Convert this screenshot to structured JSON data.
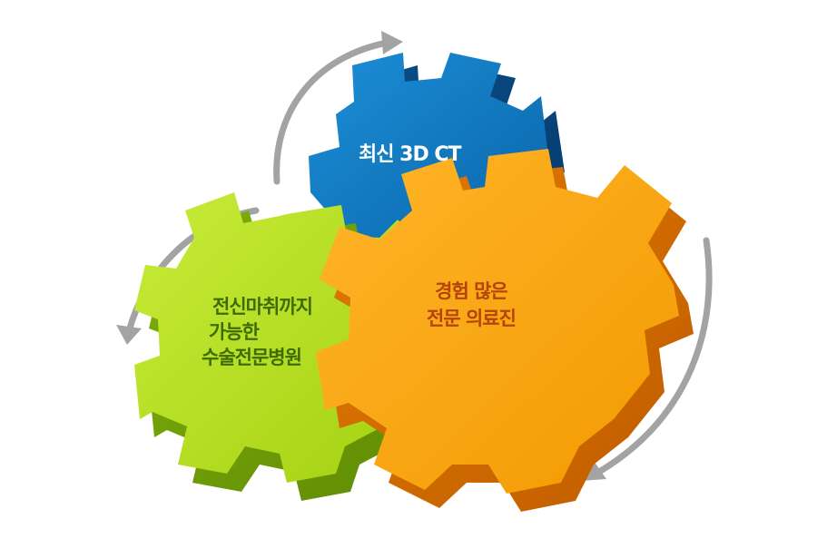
{
  "gears": {
    "blue": {
      "text": "최신 3D CT",
      "color": "#0a6fb5"
    },
    "green": {
      "lines": [
        "전신마취까지",
        "가능한",
        "수술전문병원"
      ],
      "color": "#a8d414"
    },
    "orange": {
      "lines": [
        "경험 많은",
        "전문 의료진"
      ],
      "color": "#f7a000"
    }
  },
  "arrows": {
    "color": "#a3a3a3",
    "direction": "clockwise"
  }
}
